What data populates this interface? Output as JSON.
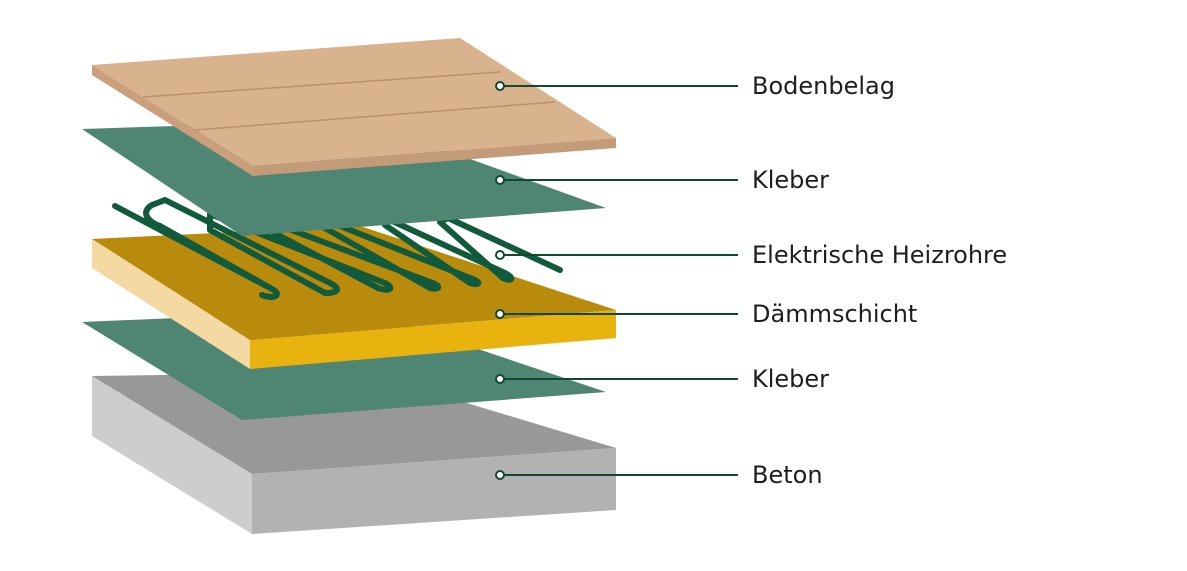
{
  "colors": {
    "floor_top": "#d9b38e",
    "floor_side": "#caa07c",
    "adhesive": "#4e8673",
    "insulation_top": "#b98b0d",
    "insulation_front": "#e8b30e",
    "insulation_side": "#f5d9a2",
    "concrete_top": "#989898",
    "concrete_front": "#b2b2b2",
    "concrete_side": "#cdcdcd",
    "pipe": "#115a3c",
    "leader": "#0f4a30"
  },
  "layers": [
    {
      "id": "floor",
      "label": "Bodenbelag"
    },
    {
      "id": "adhesive-top",
      "label": "Kleber"
    },
    {
      "id": "pipes",
      "label": "Elektrische Heizrohre"
    },
    {
      "id": "insulation",
      "label": "Dämmschicht"
    },
    {
      "id": "adhesive-bottom",
      "label": "Kleber"
    },
    {
      "id": "concrete",
      "label": "Beton"
    }
  ]
}
